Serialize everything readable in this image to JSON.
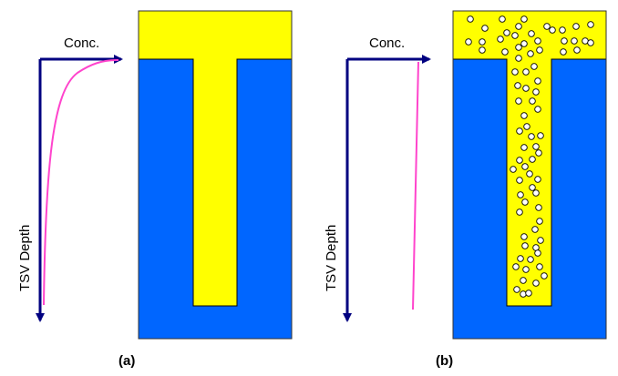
{
  "colors": {
    "dielectric": "#0066FF",
    "fill": "#FFFF00",
    "axis": "#000080",
    "curve": "#FF44CC",
    "void_fill": "#FFFFFF",
    "void_stroke": "#000000"
  },
  "panels": [
    {
      "caption": "(a)",
      "x_label": "Conc.",
      "y_label": "TSV Depth",
      "curve_shape": "exponential-decay",
      "voids": false
    },
    {
      "caption": "(b)",
      "x_label": "Conc.",
      "y_label": "TSV Depth",
      "curve_shape": "near-constant",
      "voids": true
    }
  ]
}
